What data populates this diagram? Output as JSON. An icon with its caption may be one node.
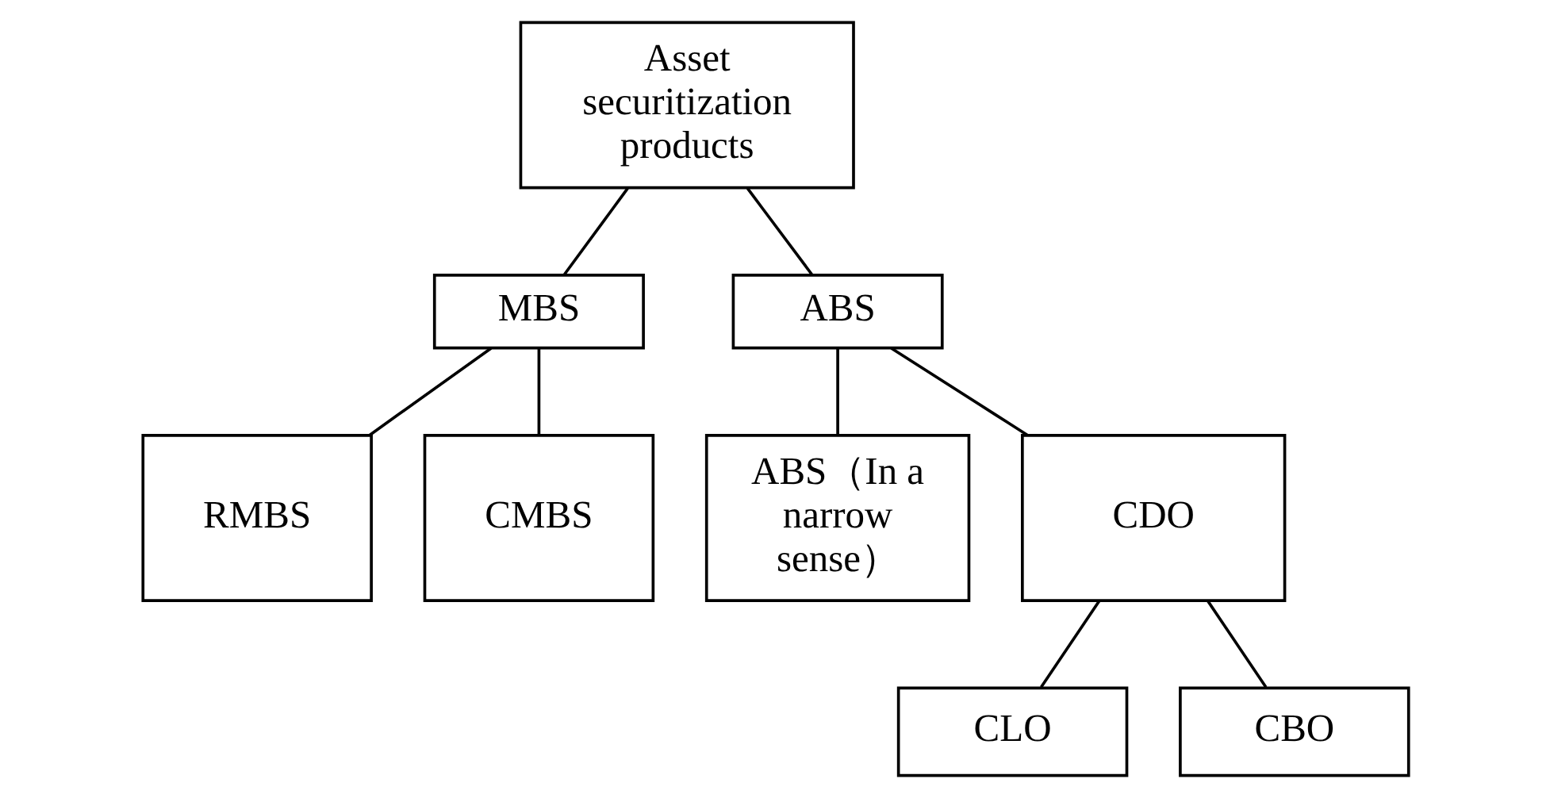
{
  "diagram": {
    "nodes": [
      {
        "text": [
          "Asset securitization products"
        ]
      },
      {
        "text": [
          "MBS"
        ]
      },
      {
        "text": [
          "ABS"
        ]
      },
      {
        "text": [
          "RMBS"
        ]
      },
      {
        "text": [
          "CMBS"
        ]
      },
      {
        "text": [
          "ABS（In a narrow sense）"
        ]
      },
      {
        "text": [
          "CDO"
        ]
      },
      {
        "text": [
          "CLO"
        ]
      },
      {
        "text": [
          "CBO"
        ]
      }
    ],
    "edges": [
      {
        "from": 0,
        "to": 1,
        "arrow": "none"
      },
      {
        "from": 0,
        "to": 2,
        "arrow": "none"
      },
      {
        "from": 1,
        "to": 3,
        "arrow": "none"
      },
      {
        "from": 1,
        "to": 4,
        "arrow": "none"
      },
      {
        "from": 2,
        "to": 5,
        "arrow": "none"
      },
      {
        "from": 2,
        "to": 6,
        "arrow": "none"
      },
      {
        "from": 6,
        "to": 7,
        "arrow": "none"
      },
      {
        "from": 6,
        "to": 8,
        "arrow": "none"
      }
    ]
  }
}
